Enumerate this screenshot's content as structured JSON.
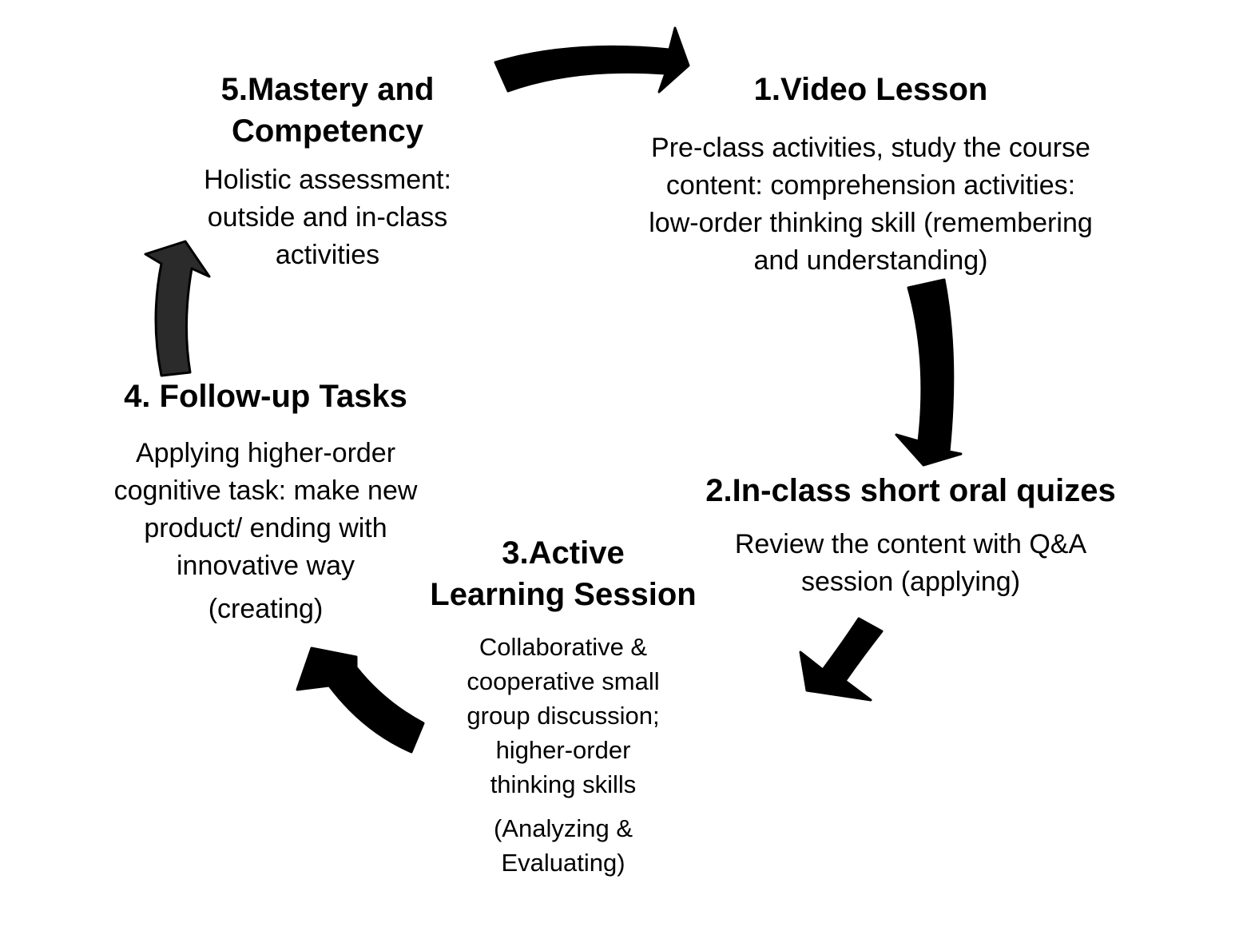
{
  "steps": [
    {
      "id": "video-lesson",
      "title": "1.Video Lesson",
      "description": "Pre-class activities, study the course\ncontent: comprehension activities:\nlow-order thinking skill (remembering\nand understanding)"
    },
    {
      "id": "in-class-quizzes",
      "title": "2.In-class short oral quizes",
      "description": "Review the content with Q&A\nsession (applying)"
    },
    {
      "id": "active-learning",
      "title": "3.Active\nLearning Session",
      "description": "Collaborative &\ncooperative small\ngroup discussion;\nhigher-order\nthinking skills",
      "note": "(Analyzing &\nEvaluating)"
    },
    {
      "id": "follow-up-tasks",
      "title": "4. Follow-up Tasks",
      "description": "Applying higher-order\ncognitive task: make new\nproduct/ ending with\ninnovative way",
      "note": "(creating)"
    },
    {
      "id": "mastery",
      "title": "5.Mastery and\nCompetency",
      "description": "Holistic assessment:\noutside and in-class\nactivities"
    }
  ],
  "arrows": [
    {
      "from": "mastery",
      "to": "video-lesson",
      "color": "#000000"
    },
    {
      "from": "video-lesson",
      "to": "in-class-quizzes",
      "color": "#000000"
    },
    {
      "from": "in-class-quizzes",
      "to": "active-learning",
      "color": "#000000"
    },
    {
      "from": "active-learning",
      "to": "follow-up-tasks",
      "color": "#000000"
    },
    {
      "from": "follow-up-tasks",
      "to": "mastery",
      "color": "#2b2b2b"
    }
  ]
}
